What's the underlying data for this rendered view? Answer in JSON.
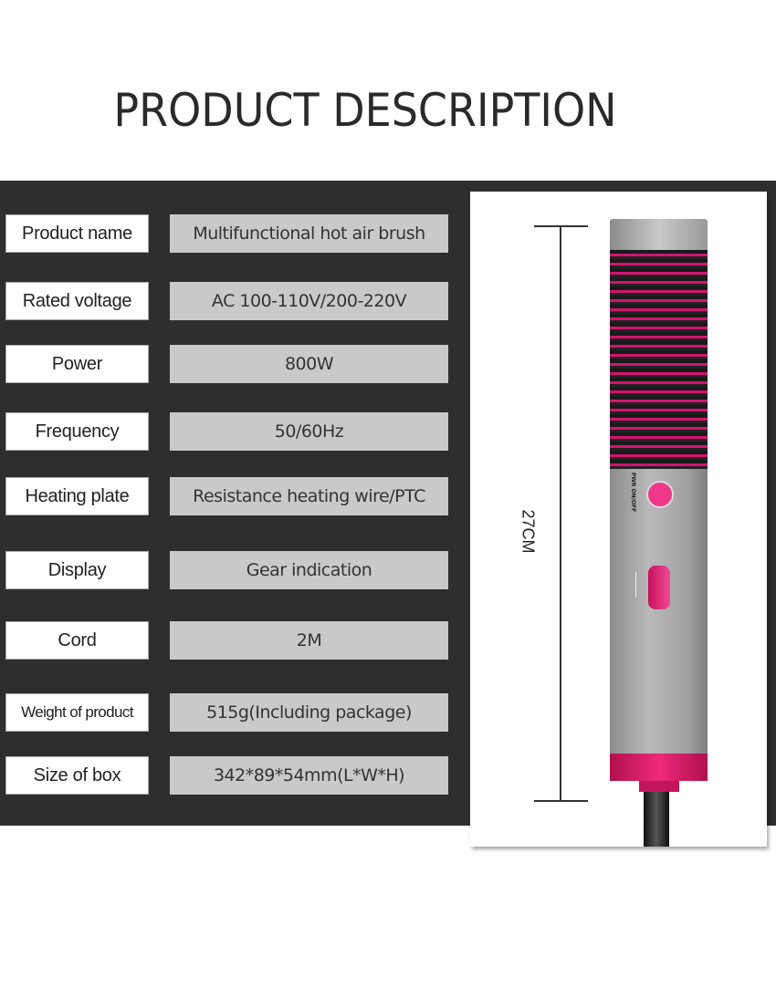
{
  "title": "PRODUCT DESCRIPTION",
  "specs": [
    {
      "label": "Product name",
      "value": "Multifunctional hot air brush"
    },
    {
      "label": "Rated voltage",
      "value": "AC 100-110V/200-220V"
    },
    {
      "label": "Power",
      "value": "800W"
    },
    {
      "label": "Frequency",
      "value": "50/60Hz"
    },
    {
      "label": "Heating plate",
      "value": "Resistance heating wire/PTC"
    },
    {
      "label": "Display",
      "value": "Gear indication"
    },
    {
      "label": "Cord",
      "value": "2M"
    },
    {
      "label": "Weight of product",
      "value": "515g(Including package)"
    },
    {
      "label": "Size of box",
      "value": "342*89*54mm(L*W*H)"
    }
  ],
  "product_image": {
    "dimension_label": "27CM",
    "button_lettering": "PWR ON/OFF",
    "colors": {
      "accent": "#e8237a",
      "body": "#a8a8a8",
      "band": "#2e2e2e",
      "value_box": "#c9c9c9"
    }
  }
}
